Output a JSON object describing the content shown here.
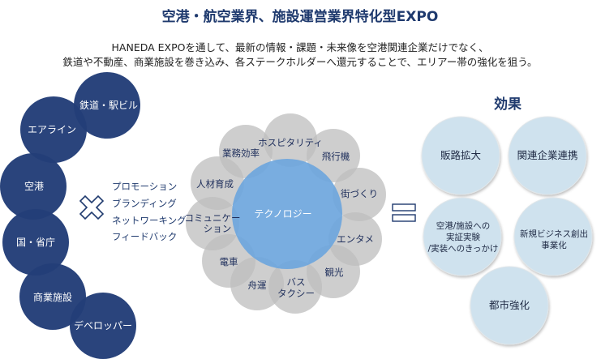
{
  "title": "空港・航空業界、施設運営業界特化型EXPO",
  "subtitle": [
    "HANEDA EXPOを通して、最新の情報・課題・未来像を空港関連企業だけでなく、",
    "鉄道や不動産、商業施設を巻き込み、各ステークホルダーへ還元することで、エリアー帯の強化を狙う。"
  ],
  "stakeholders": [
    "鉄道・駅ビル",
    "エアライン",
    "空港",
    "国・省庁",
    "商業施設",
    "デベロッパー"
  ],
  "activities": [
    "プロモーション",
    "ブランディング",
    "ネットワーキング",
    "フィードバック"
  ],
  "technology": {
    "center": "テクノロジー",
    "petals": [
      "ホスピタリティ",
      "飛行機",
      "街づくり",
      "エンタメ",
      "観光",
      "バス",
      "タクシー",
      "舟運",
      "電車",
      "コミュニケー",
      "ション",
      "人材育成",
      "業務効率"
    ]
  },
  "effects": {
    "heading": "効果",
    "items": [
      "販路拡大",
      "関連企業連携",
      "空港/施設への",
      "実証実験",
      "/実装へのきっかけ",
      "新規ビジネス創出",
      "事業化",
      "都市強化"
    ]
  },
  "colors": {
    "navy": "#233e78",
    "core": "#6ea6dd",
    "petal": "#bdbdbd",
    "effect": "#cfe2ee"
  }
}
